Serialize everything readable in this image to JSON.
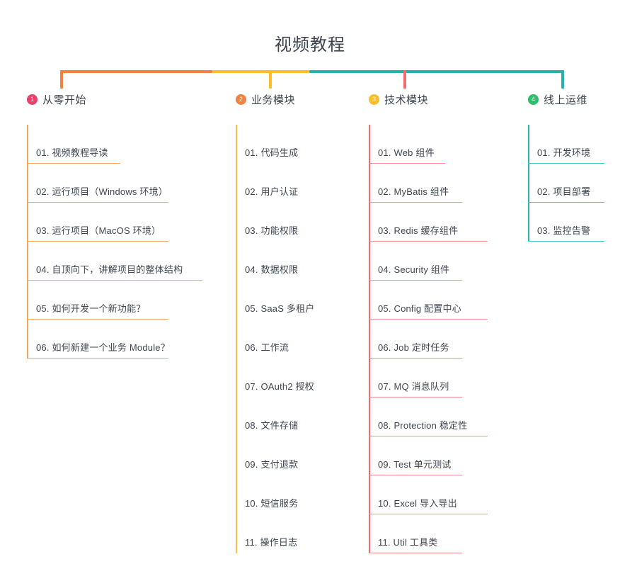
{
  "title": "视频教程",
  "colors": {
    "bar_orange": "#F4813F",
    "bar_amber": "#FBBE29",
    "bar_teal": "#26B3AB",
    "bar_red": "#F8686F",
    "badge_1": "#E8416A",
    "badge_2": "#F4813F",
    "badge_3": "#FBBE29",
    "badge_4": "#2BBF6A",
    "text": "#3f4550"
  },
  "columns": [
    {
      "index": "1",
      "title": "从零开始",
      "badge_color": "#E8416A",
      "line_color": "#F4A45E",
      "spine_color": "#F4A45E",
      "items": [
        {
          "label": "01. 视频教程导读"
        },
        {
          "label": "02. 运行项目（Windows 环境）"
        },
        {
          "label": "03. 运行项目（MacOS 环境）"
        },
        {
          "label": "04. 自顶向下，讲解项目的整体结构"
        },
        {
          "label": "05. 如何开发一个新功能？"
        },
        {
          "label": "06. 如何新建一个业务 Module？"
        }
      ]
    },
    {
      "index": "2",
      "title": "业务模块",
      "badge_color": "#F4813F",
      "line_color": "#F8C council",
      "spine_color": "#FBC340",
      "items": [
        {
          "label": "01. 代码生成"
        },
        {
          "label": "02. 用户认证"
        },
        {
          "label": "03. 功能权限"
        },
        {
          "label": "04. 数据权限"
        },
        {
          "label": "05. SaaS 多租户"
        },
        {
          "label": "06. 工作流"
        },
        {
          "label": "07. OAuth2 授权"
        },
        {
          "label": "08. 文件存储"
        },
        {
          "label": "09. 支付退款"
        },
        {
          "label": "10. 短信服务"
        },
        {
          "label": "11. 操作日志"
        }
      ]
    },
    {
      "index": "3",
      "title": "技术模块",
      "badge_color": "#FBBE29",
      "line_color": "#F98D91",
      "spine_color": "#F8686F",
      "items": [
        {
          "label": "01. Web 组件"
        },
        {
          "label": "02. MyBatis 组件"
        },
        {
          "label": "03. Redis 缓存组件"
        },
        {
          "label": "04. Security 组件"
        },
        {
          "label": "05. Config 配置中心"
        },
        {
          "label": "06. Job 定时任务"
        },
        {
          "label": "07. MQ 消息队列"
        },
        {
          "label": "08. Protection 稳定性"
        },
        {
          "label": "09. Test 单元测试"
        },
        {
          "label": "10. Excel 导入导出"
        },
        {
          "label": "11. Util 工具类"
        }
      ]
    },
    {
      "index": "4",
      "title": "线上运维",
      "badge_color": "#2BBF6A",
      "line_color": "#3FC9C1",
      "spine_color": "#26B3AB",
      "items": [
        {
          "label": "01. 开发环境"
        },
        {
          "label": "02. 项目部署"
        },
        {
          "label": "03. 监控告警"
        }
      ]
    }
  ]
}
